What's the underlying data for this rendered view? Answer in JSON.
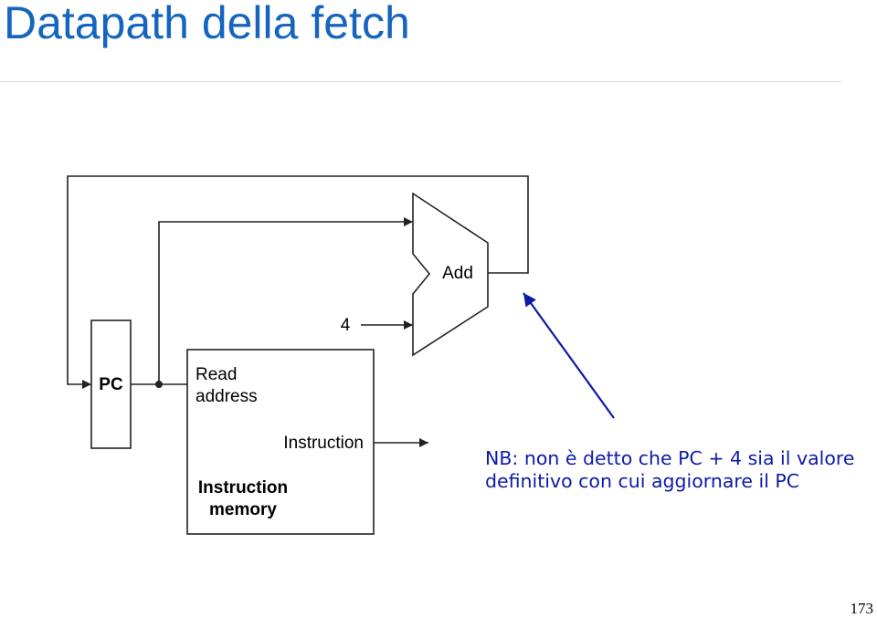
{
  "slide": {
    "title": "Datapath della fetch",
    "page_number": "173"
  },
  "diagram": {
    "pc_label": "PC",
    "adder_label": "Add",
    "constant_label": "4",
    "memory": {
      "read_address_line1": "Read",
      "read_address_line2": "address",
      "output_label": "Instruction",
      "name_line1": "Instruction",
      "name_line2": "memory"
    }
  },
  "note": {
    "line1": "NB: non è detto che PC + 4 sia il valore",
    "line2": "definitivo con cui aggiornare il PC",
    "color": "#0d1aa6"
  },
  "colors": {
    "title": "#1565c0",
    "wires": "#222222",
    "note_arrow": "#0d1aa6"
  }
}
